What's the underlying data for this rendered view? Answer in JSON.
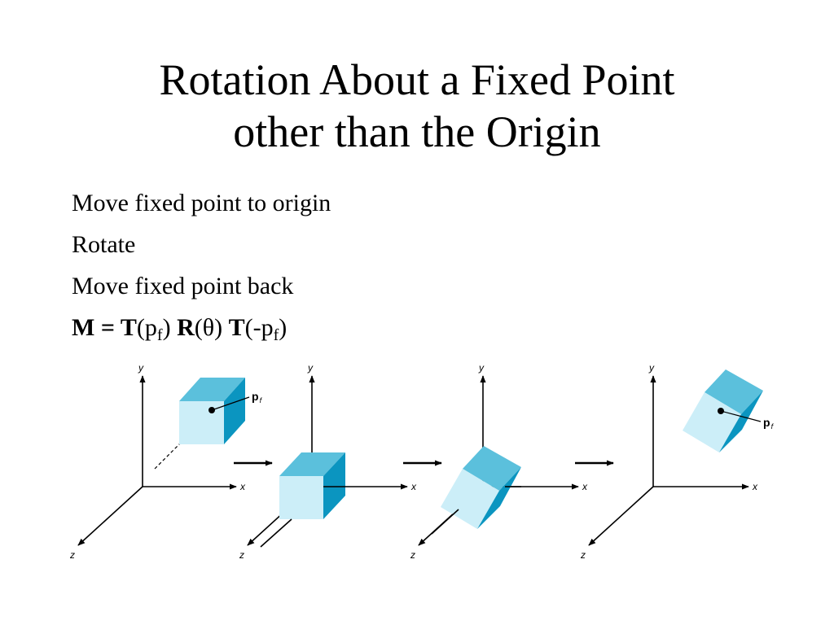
{
  "slide": {
    "title_line1": "Rotation About a Fixed Point",
    "title_line2": "other than the Origin"
  },
  "bullets": [
    "Move fixed point to origin",
    "Rotate",
    "Move fixed point back"
  ],
  "equation": {
    "M": "M",
    "equals": " = ",
    "T1": "T",
    "arg1_open": "(p",
    "arg1_sub": "f",
    "arg1_close": ")",
    "R": "R",
    "arg2": "(θ)",
    "T2": "T",
    "arg3_open": "(-p",
    "arg3_sub": "f",
    "arg3_close": ")"
  },
  "figure": {
    "axis_labels": {
      "x": "x",
      "y": "y",
      "z": "z"
    },
    "point_label": "p",
    "point_subscript": "f",
    "colors": {
      "cube_top": "#5bc0dc",
      "cube_front": "#cceef8",
      "cube_side": "#0b95c0",
      "axis": "#000000"
    },
    "steps": [
      "translate to origin",
      "rotate",
      "translate back"
    ]
  }
}
